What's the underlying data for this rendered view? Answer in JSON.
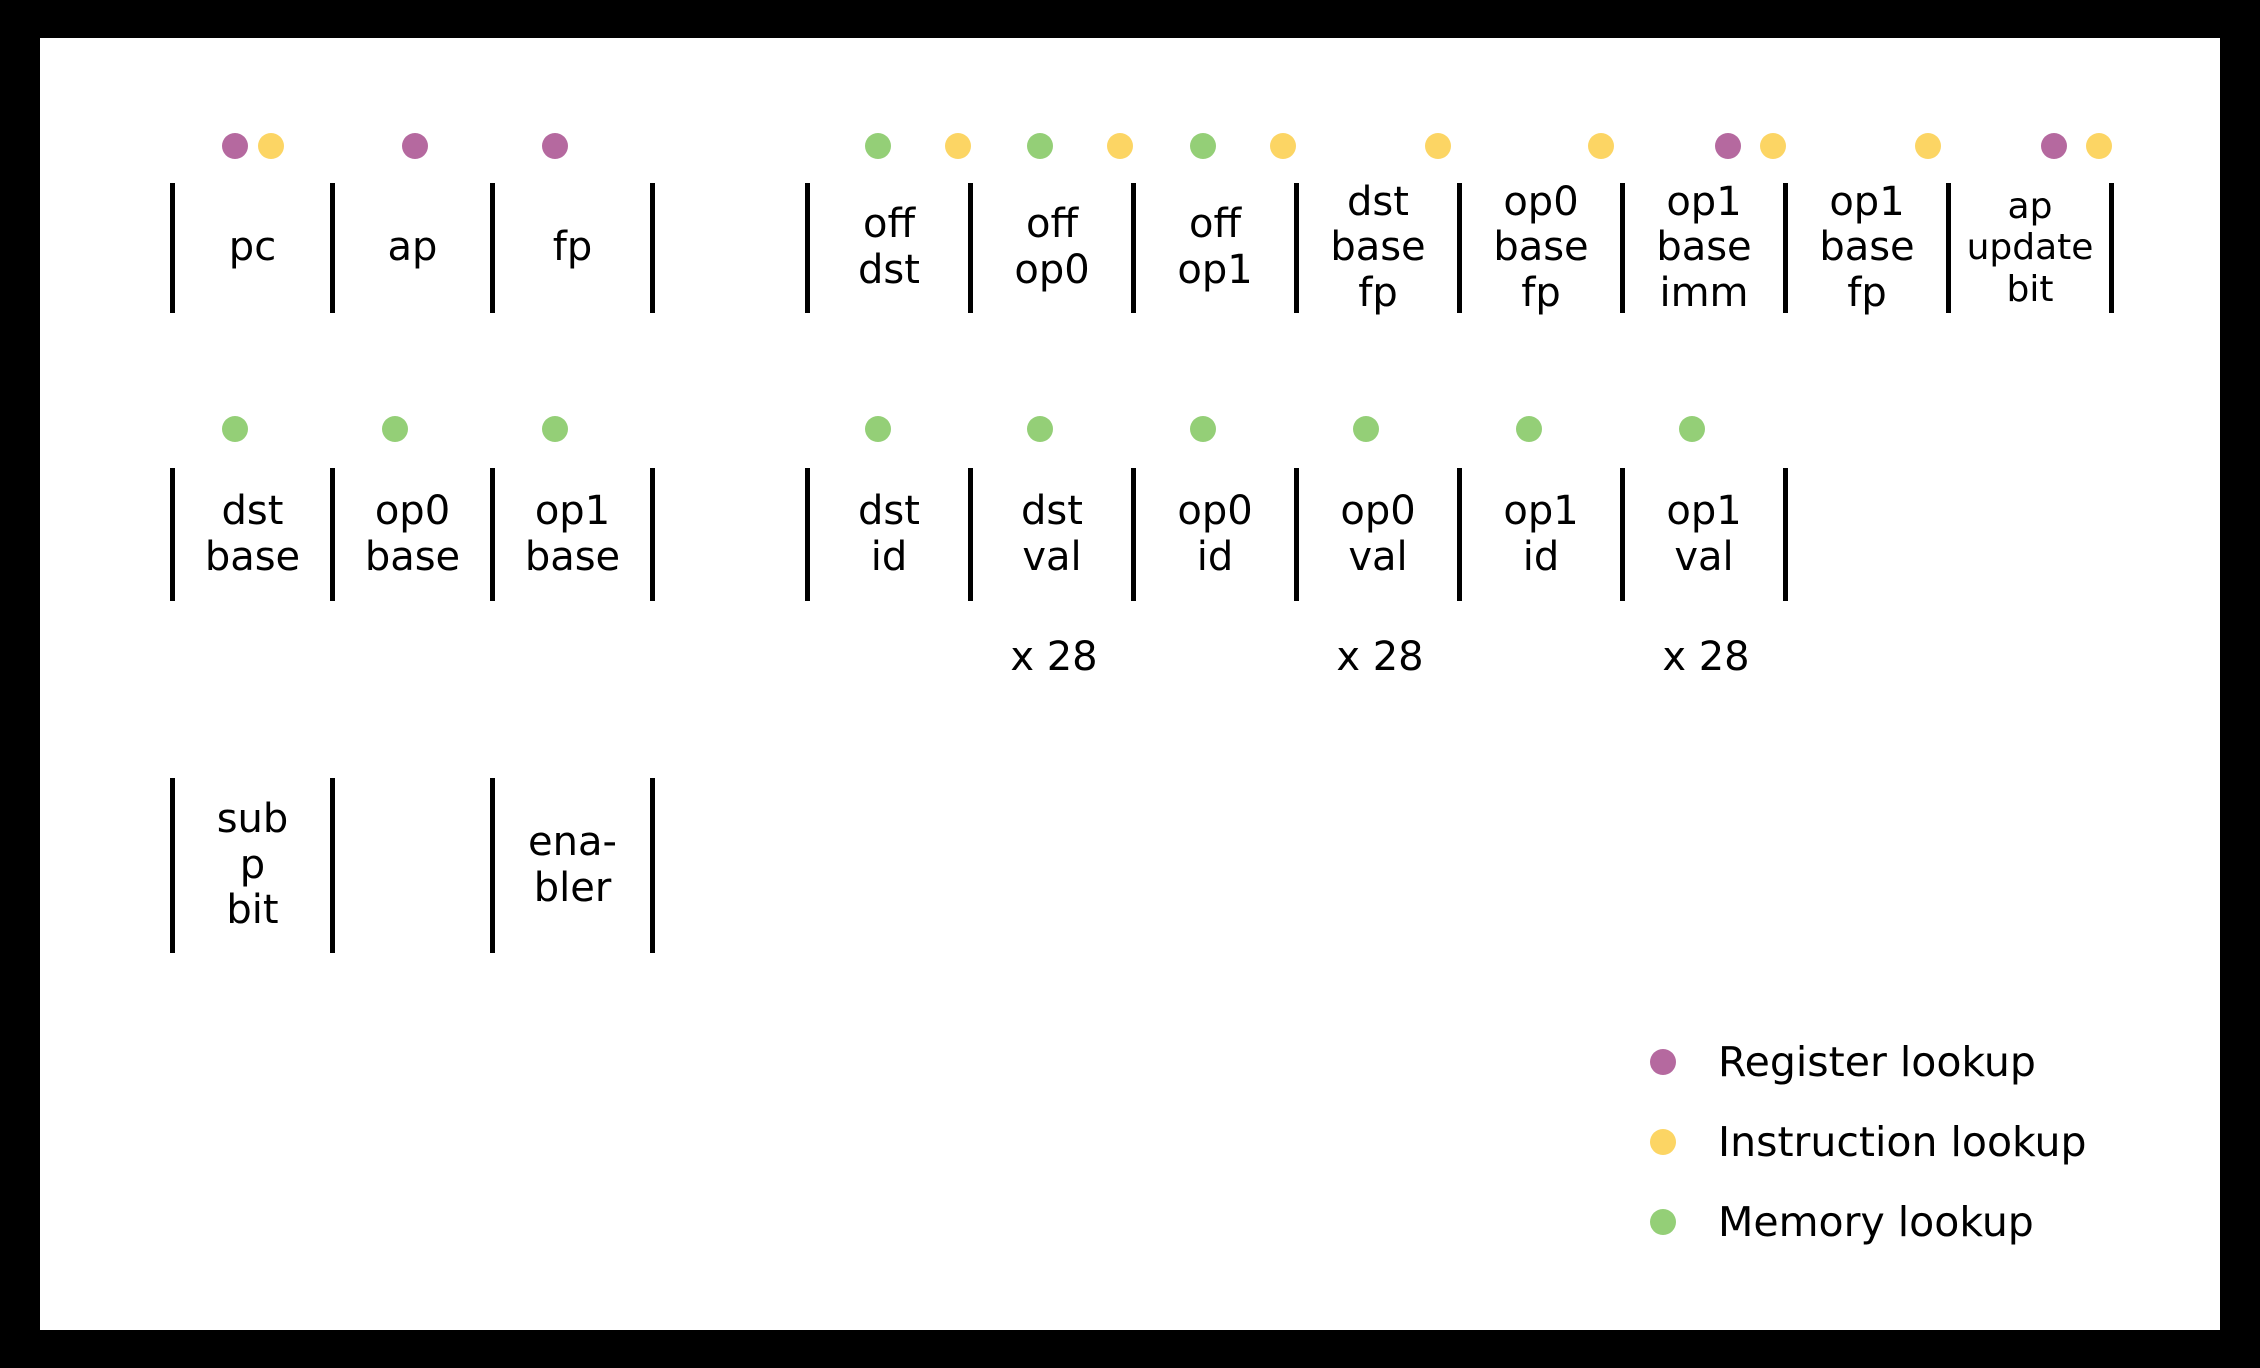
{
  "figure": {
    "background": "#000000",
    "panel": "#ffffff",
    "ink": "#000000"
  },
  "colors": {
    "register_lookup": "#b5699f",
    "instruction_lookup": "#fcd564",
    "memory_lookup": "#94cf77"
  },
  "rows": [
    {
      "id": "row-1",
      "groups": [
        {
          "id": "row1-group-registers",
          "cells": [
            {
              "label": "pc",
              "dots": [
                "register_lookup",
                "instruction_lookup"
              ]
            },
            {
              "label": "ap",
              "dots": [
                "register_lookup"
              ]
            },
            {
              "label": "fp",
              "dots": [
                "register_lookup"
              ]
            },
            {
              "label": "",
              "dots": []
            }
          ]
        },
        {
          "id": "row1-group-instruction",
          "cells": [
            {
              "label": "off\ndst",
              "dots": [
                "memory_lookup",
                "instruction_lookup"
              ]
            },
            {
              "label": "off\nop0",
              "dots": [
                "memory_lookup",
                "instruction_lookup"
              ]
            },
            {
              "label": "off\nop1",
              "dots": [
                "memory_lookup",
                "instruction_lookup"
              ]
            },
            {
              "label": "dst\nbase\nfp",
              "dots": [
                "instruction_lookup"
              ]
            },
            {
              "label": "op0\nbase\nfp",
              "dots": [
                "instruction_lookup"
              ]
            },
            {
              "label": "op1\nbase\nimm",
              "dots": [
                "register_lookup",
                "instruction_lookup"
              ]
            },
            {
              "label": "op1\nbase\nfp",
              "dots": [
                "instruction_lookup"
              ]
            },
            {
              "label": "ap\nupdate\nbit",
              "dots": [
                "register_lookup",
                "instruction_lookup"
              ]
            }
          ]
        }
      ]
    },
    {
      "id": "row-2",
      "groups": [
        {
          "id": "row2-group-bases",
          "cells": [
            {
              "label": "dst\nbase",
              "dots": [
                "memory_lookup"
              ]
            },
            {
              "label": "op0\nbase",
              "dots": [
                "memory_lookup"
              ]
            },
            {
              "label": "op1\nbase",
              "dots": [
                "memory_lookup"
              ]
            }
          ]
        },
        {
          "id": "row2-group-memory",
          "cells": [
            {
              "label": "dst\nid",
              "dots": [
                "memory_lookup"
              ]
            },
            {
              "label": "dst\nval",
              "dots": [
                "memory_lookup"
              ]
            },
            {
              "label": "op0\nid",
              "dots": [
                "memory_lookup"
              ]
            },
            {
              "label": "op0\nval",
              "dots": [
                "memory_lookup"
              ]
            },
            {
              "label": "op1\nid",
              "dots": [
                "memory_lookup"
              ]
            },
            {
              "label": "op1\nval",
              "dots": [
                "memory_lookup"
              ]
            }
          ],
          "multipliers": [
            {
              "text": "x 28",
              "after_cell": 1
            },
            {
              "text": "x 28",
              "after_cell": 3
            },
            {
              "text": "x 28",
              "after_cell": 5
            }
          ]
        }
      ]
    },
    {
      "id": "row-3",
      "groups": [
        {
          "id": "row3-group-flags",
          "cells": [
            {
              "label": "sub\np\nbit",
              "dots": []
            },
            {
              "label": "",
              "dots": [],
              "hidden": true
            },
            {
              "label": "ena-\nbler",
              "dots": []
            }
          ]
        }
      ]
    }
  ],
  "legend": {
    "items": [
      {
        "color_key": "register_lookup",
        "label": "Register lookup"
      },
      {
        "color_key": "instruction_lookup",
        "label": "Instruction lookup"
      },
      {
        "color_key": "memory_lookup",
        "label": "Memory lookup"
      }
    ]
  }
}
